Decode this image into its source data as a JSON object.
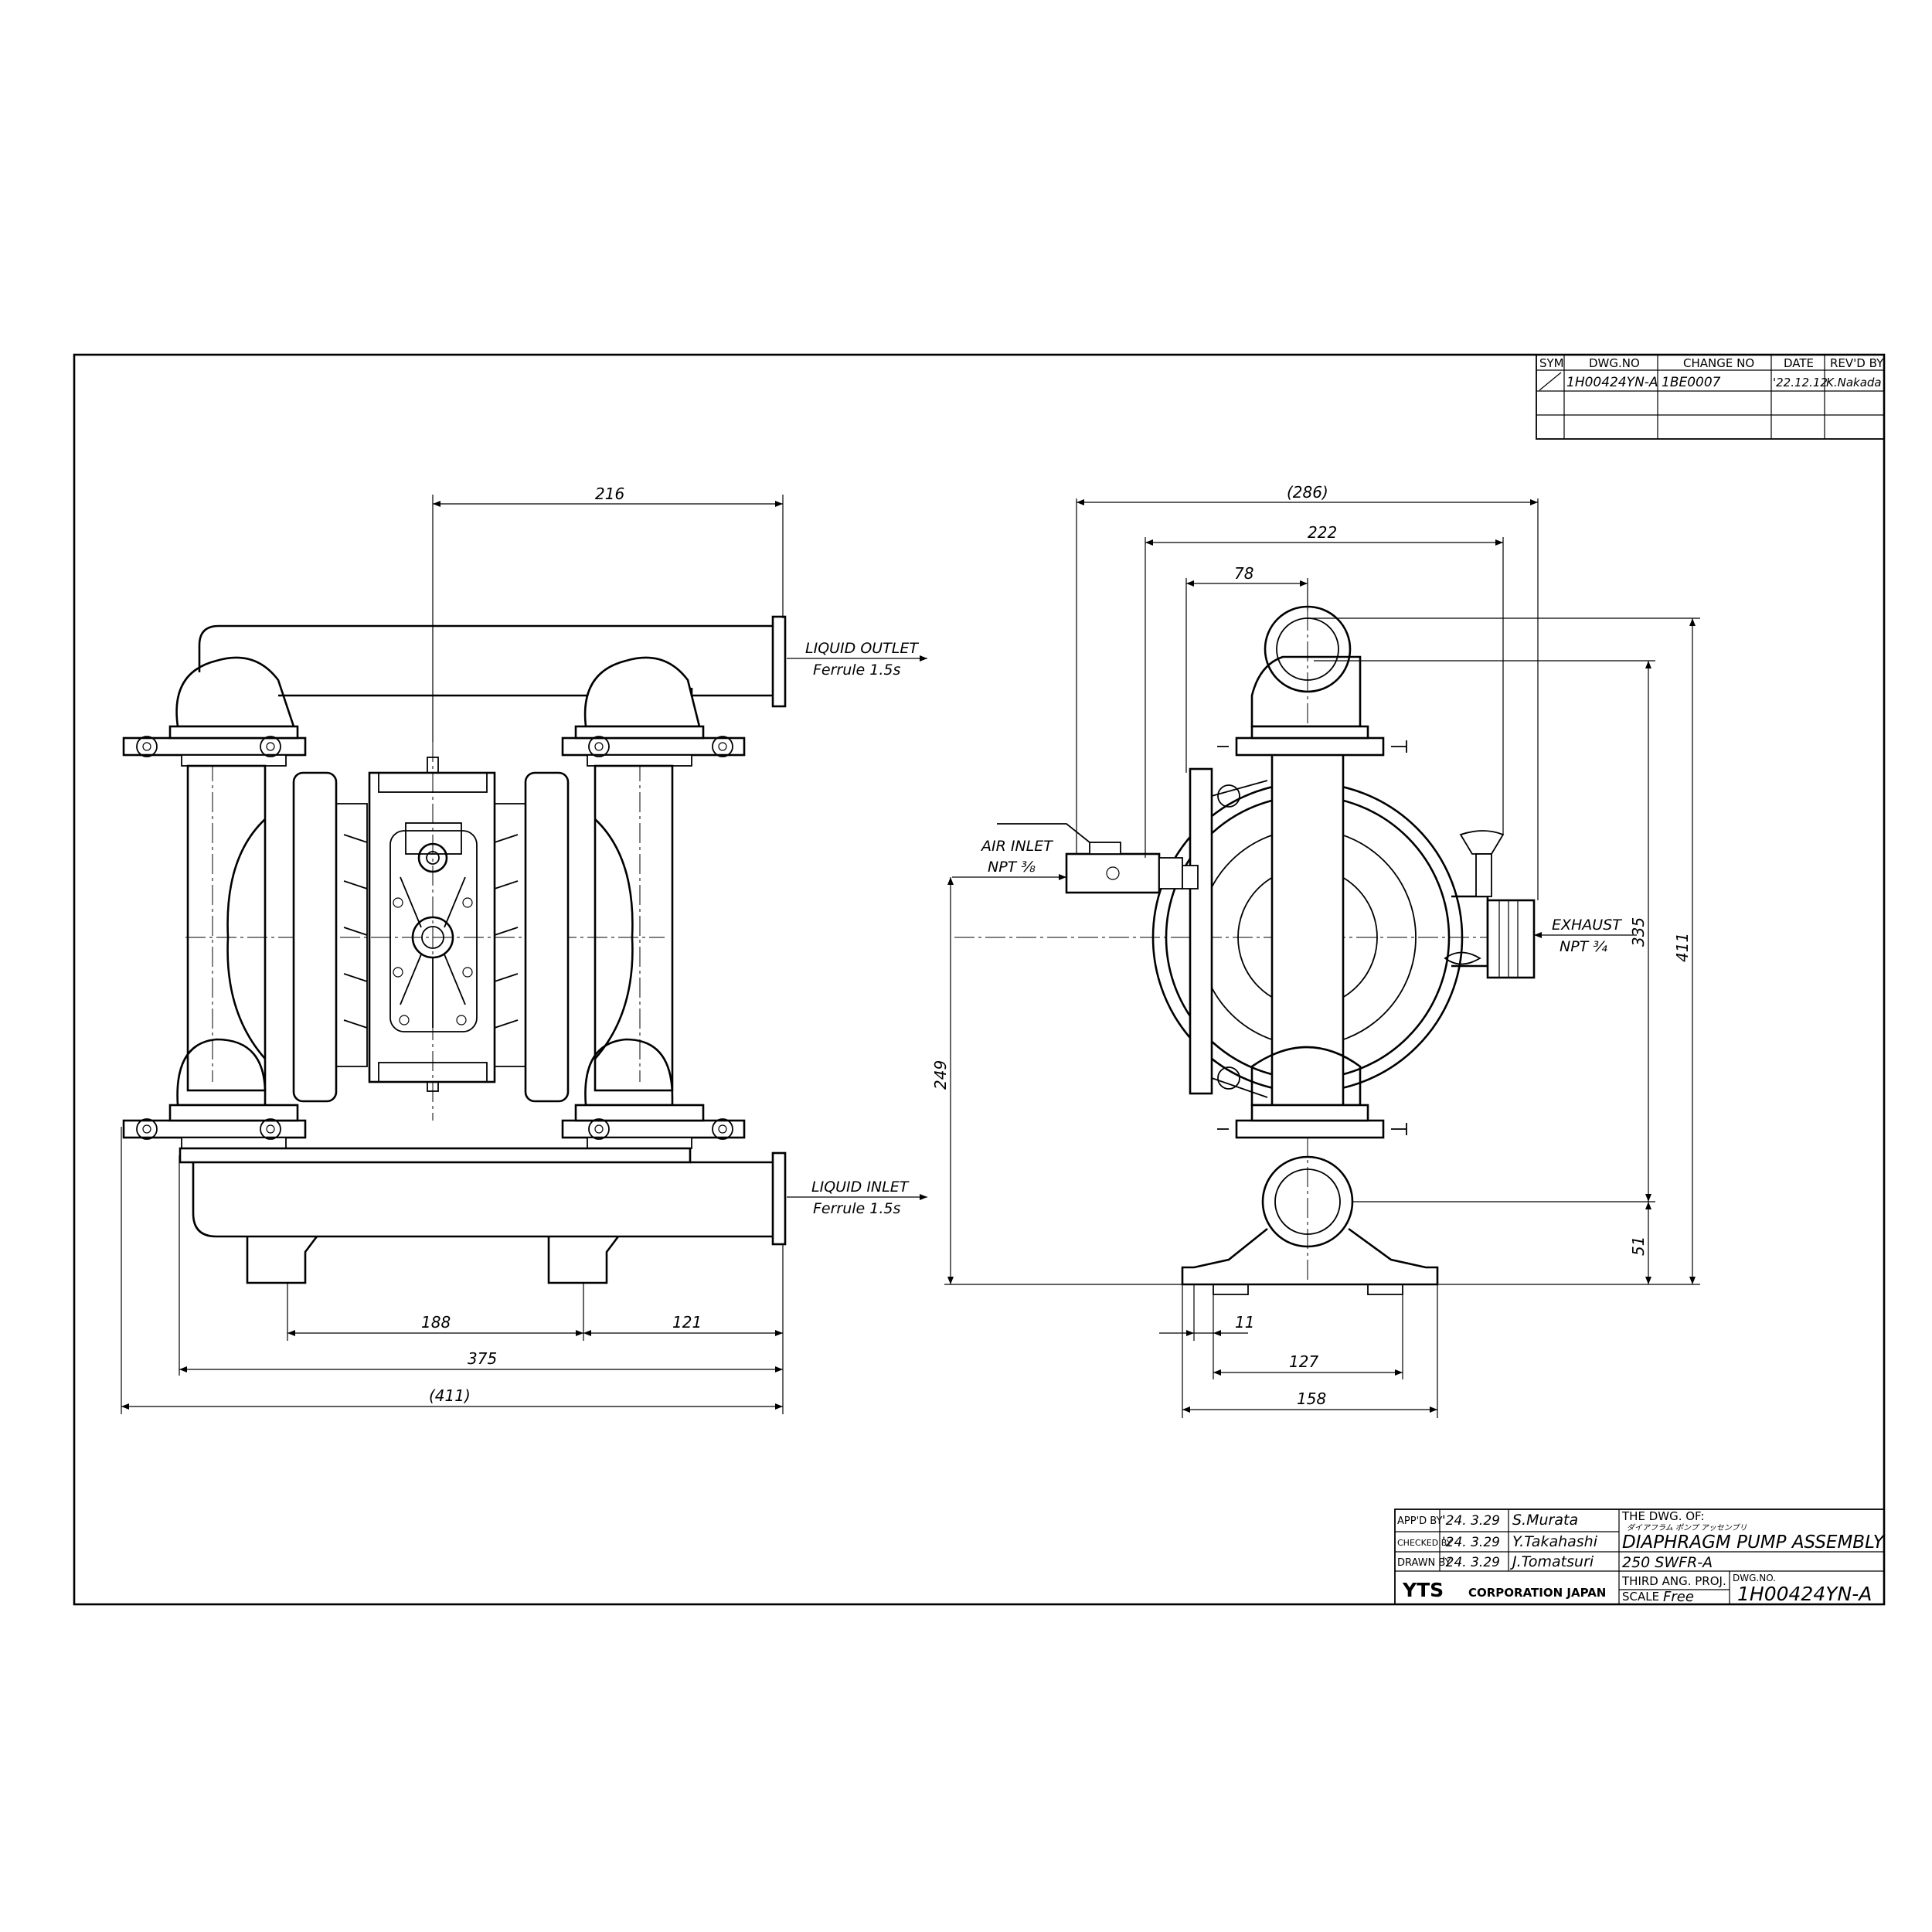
{
  "revision_table": {
    "headers": [
      "SYM",
      "DWG.NO",
      "CHANGE NO",
      "DATE",
      "REV'D BY"
    ],
    "rows": [
      {
        "dwg_no": "1H00424YN-A",
        "change_no": "1BE0007",
        "date": "'22.12.12",
        "revd_by": "K.Nakada"
      }
    ]
  },
  "front_view": {
    "dim_top": "216",
    "outlet_label": "LIQUID OUTLET",
    "outlet_sub": "Ferrule 1.5s",
    "inlet_label": "LIQUID INLET",
    "inlet_sub": "Ferrule 1.5s",
    "dim_188": "188",
    "dim_121": "121",
    "dim_375": "375",
    "dim_411": "(411)"
  },
  "side_view": {
    "dim_286": "(286)",
    "dim_222": "222",
    "dim_78": "78",
    "air_inlet_label": "AIR INLET",
    "air_inlet_sub": "NPT ⅜",
    "exhaust_label": "EXHAUST",
    "exhaust_sub": "NPT ¾",
    "dim_249": "249",
    "dim_335": "335",
    "dim_411": "411",
    "dim_51": "51",
    "dim_11": "11",
    "dim_127": "127",
    "dim_158": "158"
  },
  "title_block": {
    "appd_label": "APP'D BY",
    "appd_date": "'24. 3.29",
    "appd_name": "S.Murata",
    "checked_label": "CHECKED BY",
    "checked_date": "'24. 3.29",
    "checked_name": "Y.Takahashi",
    "drawn_label": "DRAWN BY",
    "drawn_date": "'24. 3.29",
    "drawn_name": "J.Tomatsuri",
    "company_logo": "YTS",
    "company_name": "CORPORATION JAPAN",
    "dwg_of_label": "THE DWG. OF:",
    "title_japanese": "ダイアフラム ポンプ アッセンブリ",
    "title": "DIAPHRAGM PUMP ASSEMBLY",
    "model": "250 SWFR-A",
    "projection": "THIRD ANG. PROJ.",
    "scale_label": "SCALE",
    "scale_value": "Free",
    "dwg_no_label": "DWG.NO.",
    "dwg_no": "1H00424YN-A"
  }
}
